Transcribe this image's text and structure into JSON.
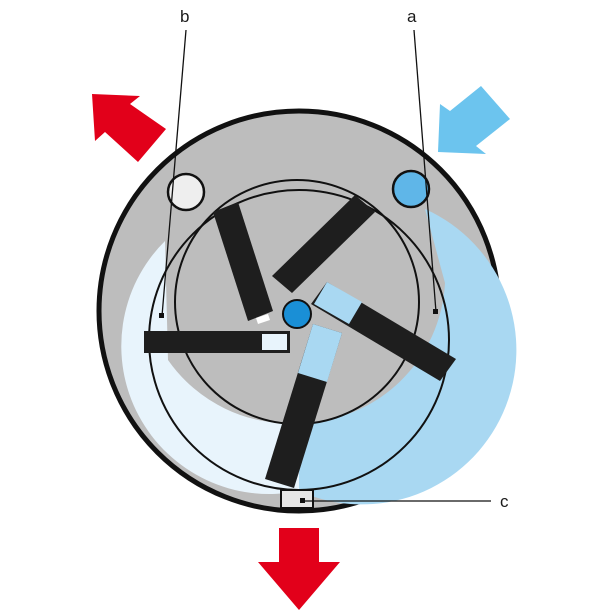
{
  "labels": {
    "a": "a",
    "b": "b",
    "c": "c"
  },
  "colors": {
    "housing_fill": "#bdbdbd",
    "housing_rim": "#111111",
    "chamber_light_blue": "#a9d8f2",
    "chamber_pale_blue": "#e8f4fc",
    "vane": "#1e1e1e",
    "inlet_arrow": "#6cc4ee",
    "outlet_arrow": "#e2001a",
    "hub": "#1a8fd6"
  },
  "icons": {
    "inlet": "arrow-inlet-icon",
    "outlet_top": "arrow-outlet-icon",
    "outlet_bottom": "arrow-outlet-down-icon"
  }
}
